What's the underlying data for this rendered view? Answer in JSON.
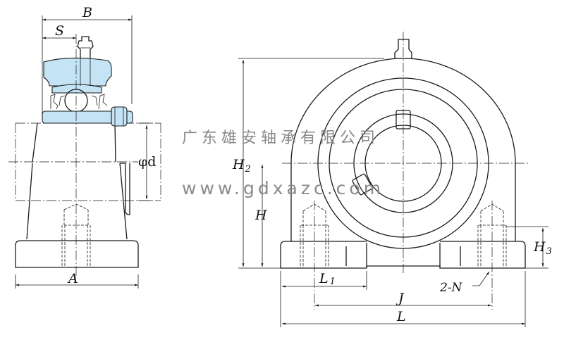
{
  "colors": {
    "bearing_fill": "#c4e3f4",
    "watermark": "#8a8a8a"
  },
  "labels": {
    "B": "B",
    "S": "S",
    "phi_d": "φd",
    "A": "A",
    "H2": "H",
    "H2_sub": "2",
    "H": "H",
    "H3": "H",
    "H3_sub": "3",
    "L1": "L",
    "L1_sub": "1",
    "J": "J",
    "L": "L",
    "N": "2-N"
  },
  "watermark": {
    "company": "广东雄安轴承有限公司",
    "url": "www.gdxazc.com"
  }
}
